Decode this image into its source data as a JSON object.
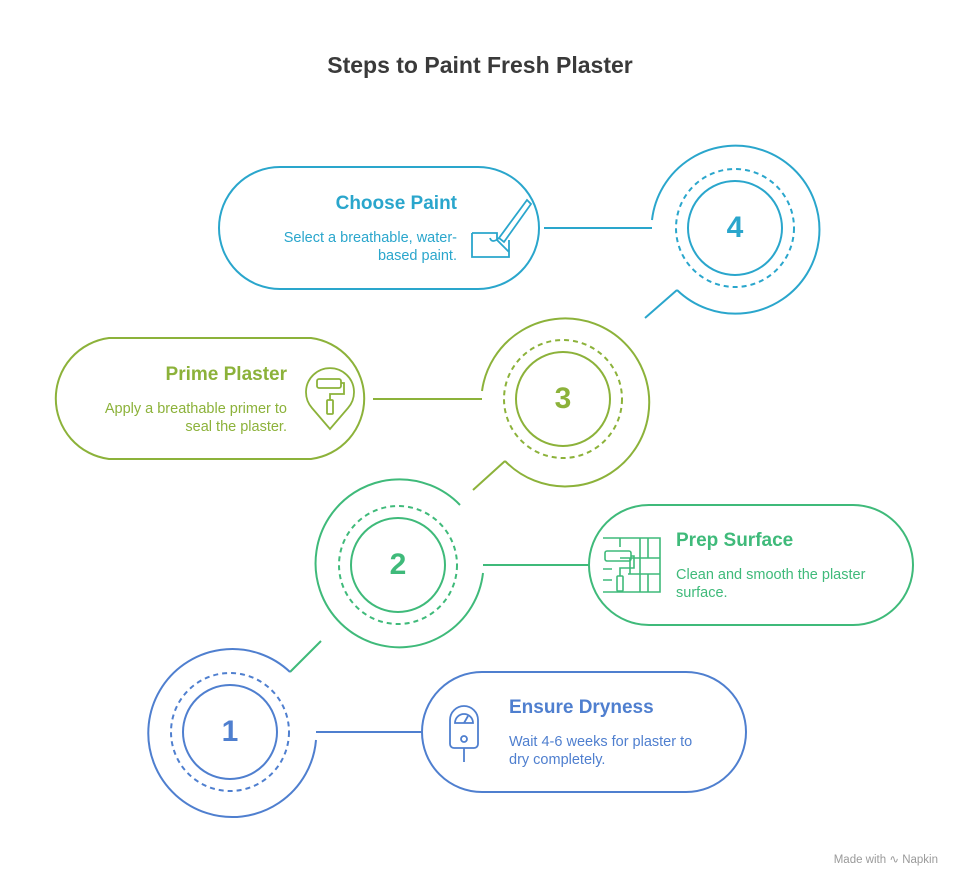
{
  "title": "Steps to Paint Fresh Plaster",
  "steps": [
    {
      "number": "1",
      "title": "Ensure Dryness",
      "description": "Wait 4-6 weeks for plaster to dry completely.",
      "color": "#4f7fcf",
      "icon": "parking-meter-icon"
    },
    {
      "number": "2",
      "title": "Prep Surface",
      "description": "Clean and smooth the plaster surface.",
      "color": "#3fba7a",
      "icon": "paint-roller-wall-icon"
    },
    {
      "number": "3",
      "title": "Prime Plaster",
      "description": "Apply a breathable primer to seal the plaster.",
      "color": "#8cb23a",
      "icon": "paint-roller-pin-icon"
    },
    {
      "number": "4",
      "title": "Choose Paint",
      "description": "Select a breathable, water-based paint.",
      "color": "#2aa6cc",
      "icon": "paintbrush-icon"
    }
  ],
  "footer": {
    "made_with": "Made with",
    "brand": "Napkin"
  }
}
